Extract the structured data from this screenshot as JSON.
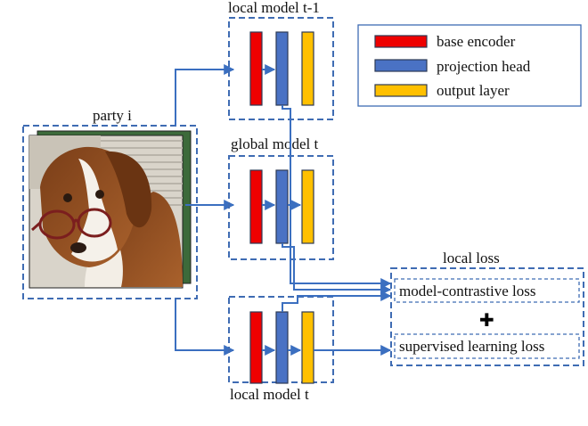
{
  "colors": {
    "base_encoder": "#ee0000",
    "projection_head": "#4a72c4",
    "output_layer": "#ffc000",
    "arrow": "#3b6fc0",
    "dash": "#3f6cb3"
  },
  "legend": {
    "base_encoder": "base encoder",
    "projection_head": "projection head",
    "output_layer": "output layer"
  },
  "party": {
    "label": "party i",
    "image": "dog-with-glasses-photo"
  },
  "models": {
    "local_prev": "local model t-1",
    "global": "global model t",
    "local_curr": "local model t"
  },
  "loss": {
    "title": "local loss",
    "contrastive": "model-contrastive loss",
    "plus": "✚",
    "supervised": "supervised learning loss"
  }
}
